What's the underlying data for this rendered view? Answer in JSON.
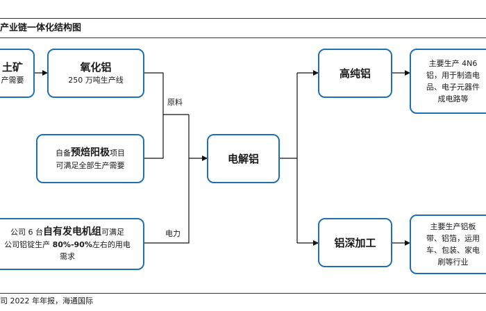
{
  "header": {
    "title": "产业链一体化结构图"
  },
  "source_note": "司 2022 年年报，海通国际",
  "edge_labels": {
    "raw_material": "原料",
    "electricity": "电力"
  },
  "nodes": {
    "bauxite": {
      "title": "土矿",
      "line1": "产需要"
    },
    "alumina": {
      "title": "氧化铝",
      "line1": "250 万吨生产线"
    },
    "anode": {
      "pre": "自备",
      "bold": "预焙阳极",
      "post": "项目",
      "line2": "可满足全部生产需要"
    },
    "generator": {
      "pre": "公司 6 台",
      "bold": "自有发电机组",
      "post": "可满足",
      "line2_pre": "公司铝锭生产 ",
      "line2_bold": "80%-90%",
      "line2_post": "左右的用电",
      "line3": "需求"
    },
    "electrolytic": {
      "title": "电解铝"
    },
    "high_purity": {
      "title": "高纯铝"
    },
    "high_purity_desc": {
      "line1": "主要生产 4N6",
      "line2": "铝，用于制造电",
      "line3": "品、电子元器件",
      "line4": "成电路等"
    },
    "deep_processing": {
      "title": "铝深加工"
    },
    "deep_desc": {
      "line1": "主要生产铝板",
      "line2": "带、铝箔，运用",
      "line3": "车、包装、家电",
      "line4": "刷等行业"
    }
  }
}
